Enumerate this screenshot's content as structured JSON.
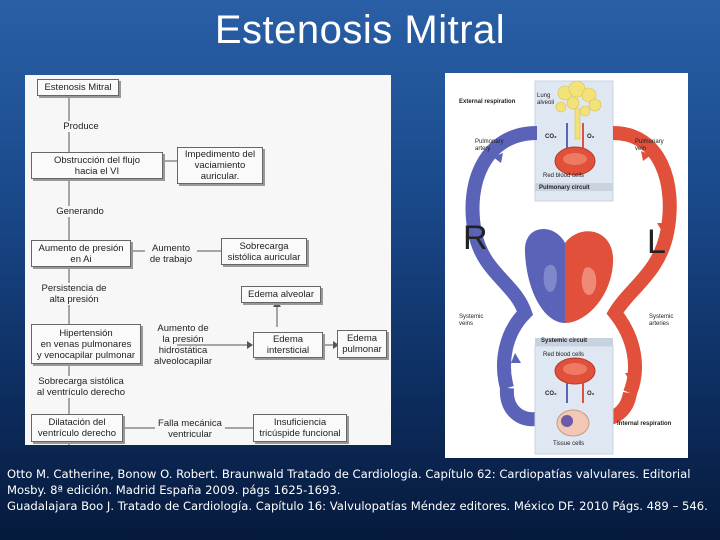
{
  "slide": {
    "title": "Estenosis Mitral"
  },
  "flow": {
    "title": "Estenosis Mitral",
    "produce": "Produce",
    "obstruccion": "Obstrucción del flujo\nhacia el VI",
    "impedimento": "Impedimento del\nvaciamiento\nauricular.",
    "generando": "Generando",
    "aumento_presion": "Aumento de presión\nen Ai",
    "aumento_trabajo": "Aumento\nde trabajo",
    "sobrecarga_auricular": "Sobrecarga\nsistólica auricular",
    "persistencia": "Persistencia de\nalta presión",
    "edema_alveolar": "Edema alveolar",
    "hipertension": "Hipertensión\nen venas pulmonares\ny venocapilar pulmonar",
    "aumento_hidrostatica": "Aumento de\nla presión\nhidrostática\nalveolocapilar",
    "edema_intersticial": "Edema\nintersticial",
    "edema_pulmonar": "Edema\npulmonar",
    "sobrecarga_ventriculo": "Sobrecarga sistólica\nal ventrículo derecho",
    "dilatacion": "Dilatación del\nventrículo derecho",
    "falla": "Falla mecánica\nventricular",
    "insuficiencia": "Insuficiencia\ntricúspide funcional"
  },
  "circulation": {
    "external_respiration": "External respiration",
    "lung_alveoli": "Lung\nalveoli",
    "co2_top": "CO₂",
    "o2_top": "O₂",
    "pulmonary_artery": "Pulmonary\nartery",
    "pulmonary_vein": "Pulmonary\nvein",
    "red_blood_cells_top": "Red blood cells",
    "pulmonary_circuit": "Pulmonary circuit",
    "R": "R",
    "L": "L",
    "systemic_veins": "Systemic\nveins",
    "systemic_arteries": "Systemic\narteries",
    "systemic_circuit": "Systemic circuit",
    "red_blood_cells_bottom": "Red blood cells",
    "co2_bottom": "CO₂",
    "o2_bottom": "O₂",
    "internal_respiration": "Internal respiration",
    "tissue_cells": "Tissue cells",
    "colors": {
      "oxygenated": "#e0503a",
      "deoxygenated": "#5a63b8"
    }
  },
  "citation": {
    "line1": "Otto M. Catherine, Bonow O. Robert. Braunwald Tratado de Cardiología. Capítulo 62: Cardiopatías valvulares. Editorial",
    "line2": "Mosby. 8ª edición. Madrid España 2009. págs 1625-1693.",
    "line3": "Guadalajara Boo J.  Tratado de Cardiología. Capítulo 16: Valvulopatías Méndez editores.  México DF. 2010  Págs. 489 – 546."
  }
}
